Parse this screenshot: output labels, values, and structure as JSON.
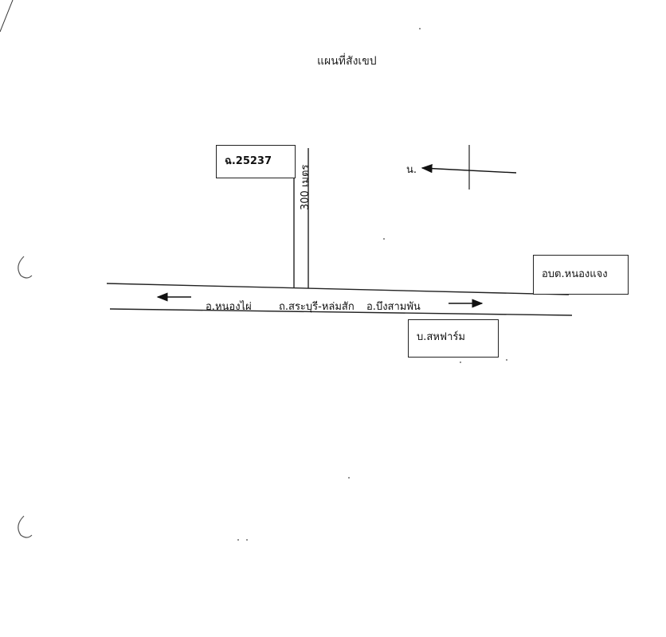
{
  "title": "แผนที่สังเขป",
  "labels": {
    "road_code": "ฉ.25237",
    "distance": "300 เมตร",
    "north": "น.",
    "left_destination": "อ.หนองไผ่",
    "road_name": "ถ.สระบุรี-หล่มสัก",
    "right_destination": "อ.บึงสามพัน",
    "sao_office": "อบต.หนองแจง",
    "farm": "บ.สหฟาร์ม"
  }
}
